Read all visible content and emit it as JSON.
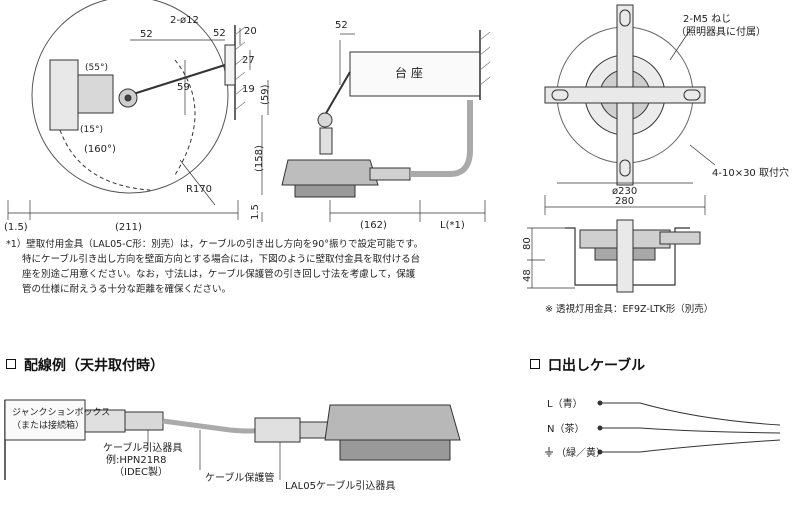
{
  "side_view": {
    "dim_52": "52",
    "dim_2phi12": "2-ø12",
    "dim_52b": "52",
    "dim_20": "20",
    "dim_27": "27",
    "dim_19": "19",
    "dim_59": "59",
    "angle_55": "(55°)",
    "angle_15": "(15°)",
    "angle_160": "(160°)",
    "radius": "R170",
    "dim_1_5": "(1.5)",
    "dim_211": "(211)"
  },
  "front_view": {
    "dim_52": "52",
    "label_base": "台 座",
    "dim_59": "(59)",
    "dim_158": "(158)",
    "dim_1_5": "1.5",
    "dim_162": "(162)",
    "dim_L": "L(*1)"
  },
  "top_view": {
    "screw_label": "2-M5 ねじ",
    "screw_sub": "（照明器具に付属）",
    "hole_label": "4-10×30 取付穴",
    "dim_230": "ø230",
    "dim_280": "280",
    "dim_80": "80",
    "dim_48": "48",
    "footnote": "※ 透視灯用金具：EF9Z-LTK形（別売）"
  },
  "notes": [
    "*1）壁取付用金具（LAL05-C形：別売）は，ケーブルの引き出し方向を90°振りで設定可能です。",
    "特にケーブル引き出し方向を壁面方向とする場合には，下図のように壁取付金具を取付ける台",
    "座を別途ご用意ください。なお，寸法Lは，ケーブル保護管の引き回し寸法を考慮して，保護",
    "管の仕様に耐えうる十分な距離を確保ください。"
  ],
  "wiring": {
    "title": "配線例（天井取付時）",
    "junction_box": "ジャンクションボックス",
    "junction_box_sub": "（または接続箱）",
    "cable_fitting": "ケーブル引込器具",
    "cable_fitting_example": "例:HPN21R8",
    "cable_fitting_maker": "（IDEC製）",
    "protect_pipe": "ケーブル保護管",
    "lal05": "LAL05ケーブル引込器具"
  },
  "cable": {
    "title": "口出しケーブル",
    "wires": [
      "L（青）",
      "N（茶）",
      "（緑／黄）"
    ]
  }
}
